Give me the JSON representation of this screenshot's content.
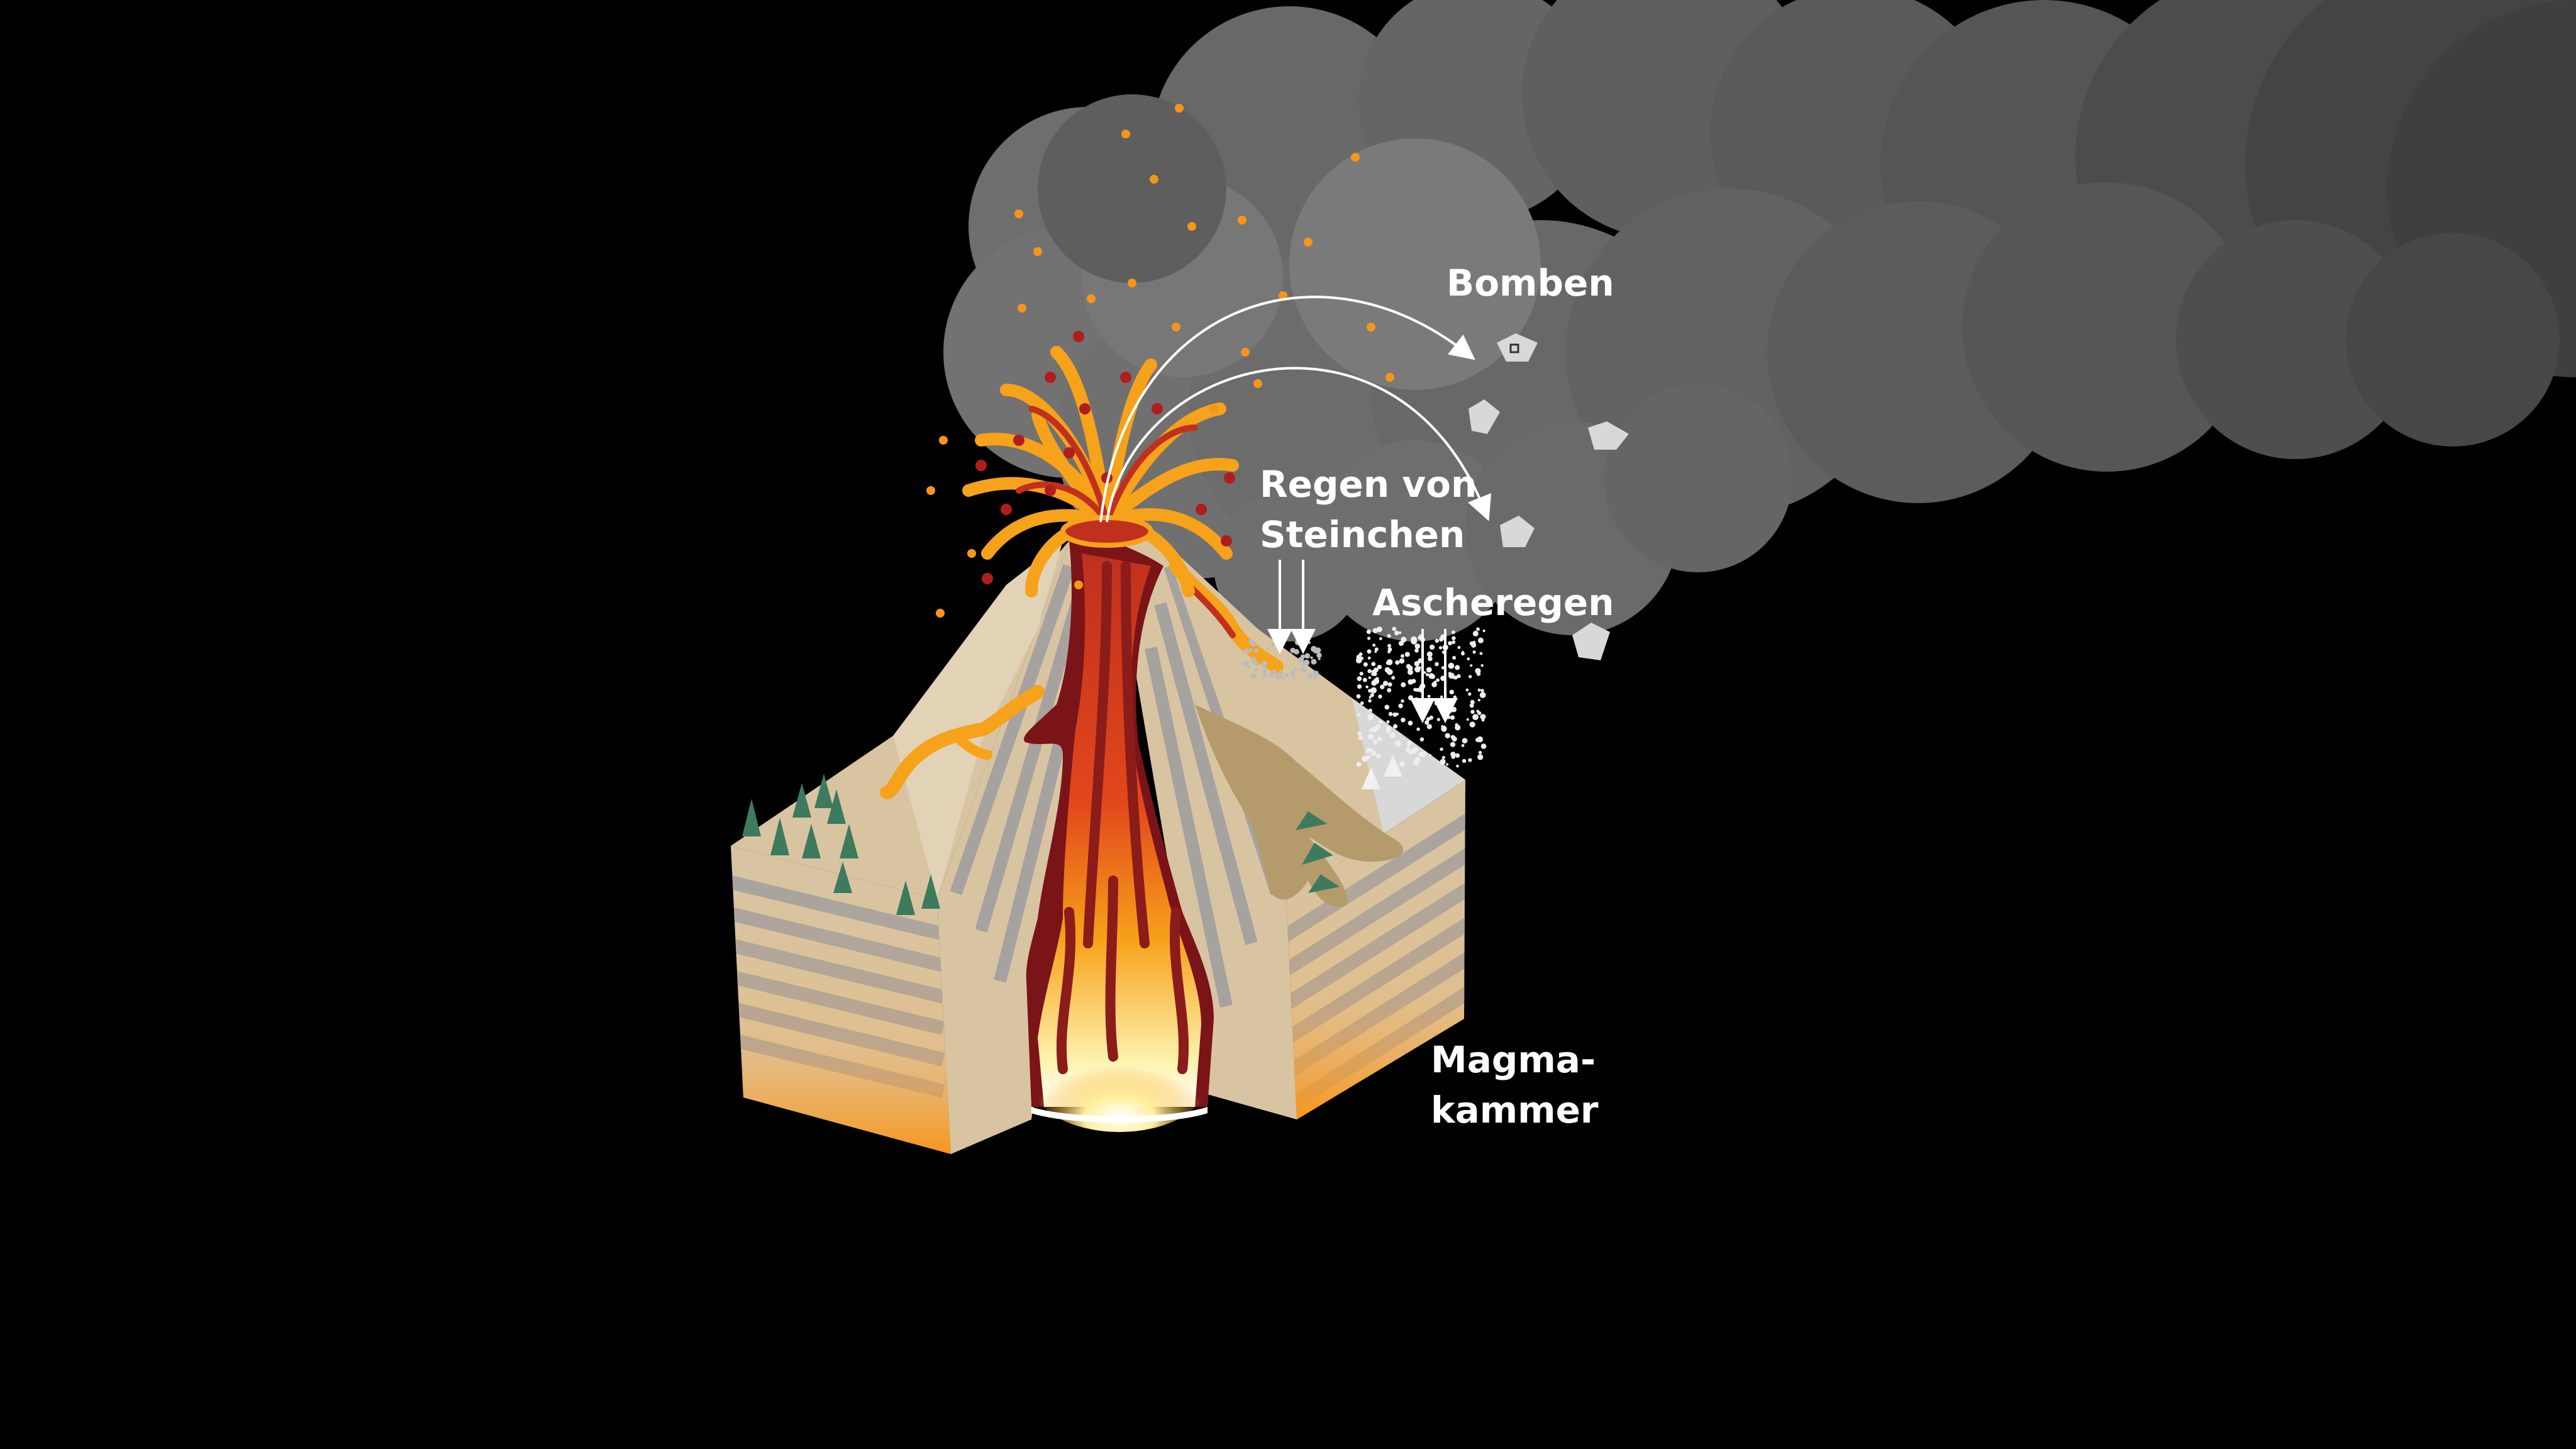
{
  "labels": {
    "bomben": "Bomben",
    "regen_line1": "Regen von",
    "regen_line2": "Steinchen",
    "ascheregen": "Ascheregen",
    "magma_line1": "Magma-",
    "magma_line2": "kammer"
  },
  "colors": {
    "background": "#000000",
    "smoke": "#777777",
    "lava_orange": "#f7a21b",
    "lava_red": "#c0301f",
    "lava_dark": "#7a1418",
    "rock_beige": "#d9c4a2",
    "rock_gray": "#a6a2a0",
    "mudflow": "#b59a6c",
    "tree": "#3d7a5e",
    "label_text": "#ffffff"
  }
}
